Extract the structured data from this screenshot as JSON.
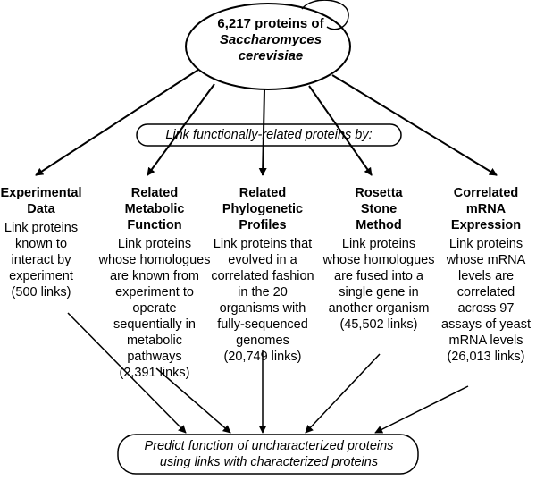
{
  "top": {
    "line1": "6,217 proteins of",
    "line2": "Saccharomyces",
    "line3": "cerevisiae"
  },
  "banner": "Link functionally-related proteins by:",
  "methods": [
    {
      "title": "Experimental\nData",
      "desc": "Link proteins\nknown to\ninteract by\nexperiment\n(500 links)"
    },
    {
      "title": "Related\nMetabolic\nFunction",
      "desc": "Link proteins\nwhose homologues\nare known from\nexperiment to\noperate\nsequentially in\nmetabolic\npathways\n(2,391 links)"
    },
    {
      "title": "Related\nPhylogenetic\nProfiles",
      "desc": "Link proteins that\nevolved in a\ncorrelated fashion\nin the 20\norganisms with\nfully-sequenced\ngenomes\n(20,749 links)"
    },
    {
      "title": "Rosetta\nStone\nMethod",
      "desc": "Link proteins\nwhose homologues\nare fused into a\nsingle gene in\nanother organism\n(45,502 links)"
    },
    {
      "title": "Correlated\nmRNA\nExpression",
      "desc": "Link proteins\nwhose mRNA\nlevels are\ncorrelated\nacross 97\nassays of yeast\nmRNA levels\n(26,013 links)"
    }
  ],
  "bottom": "Predict function of uncharacterized proteins\nusing links with characterized proteins"
}
